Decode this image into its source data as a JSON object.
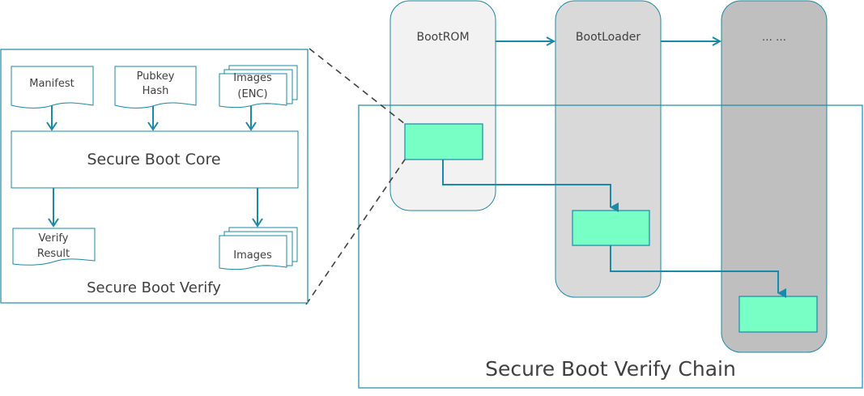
{
  "colors": {
    "accent": "#1a8aa6",
    "stage_bootrom": "#f2f2f2",
    "stage_bootloader": "#d9d9d9",
    "stage_next": "#bfbfbf",
    "verify_block": "#78ffc6",
    "text": "#404040",
    "dash": "#404040"
  },
  "detail_panel": {
    "title": "Secure Boot Verify",
    "inputs": [
      {
        "lines": [
          "Manifest"
        ],
        "shape": "document"
      },
      {
        "lines": [
          "Pubkey",
          "Hash"
        ],
        "shape": "document"
      },
      {
        "lines": [
          "Images",
          "(ENC)"
        ],
        "shape": "multi-document"
      }
    ],
    "core": {
      "label": "Secure Boot Core"
    },
    "outputs": [
      {
        "lines": [
          "Verify",
          "Result"
        ],
        "shape": "document"
      },
      {
        "lines": [
          "Images"
        ],
        "shape": "multi-document"
      }
    ]
  },
  "chain": {
    "title": "Secure Boot Verify Chain",
    "stages": [
      {
        "label": "BootROM"
      },
      {
        "label": "BootLoader"
      },
      {
        "label": "… …"
      }
    ]
  }
}
